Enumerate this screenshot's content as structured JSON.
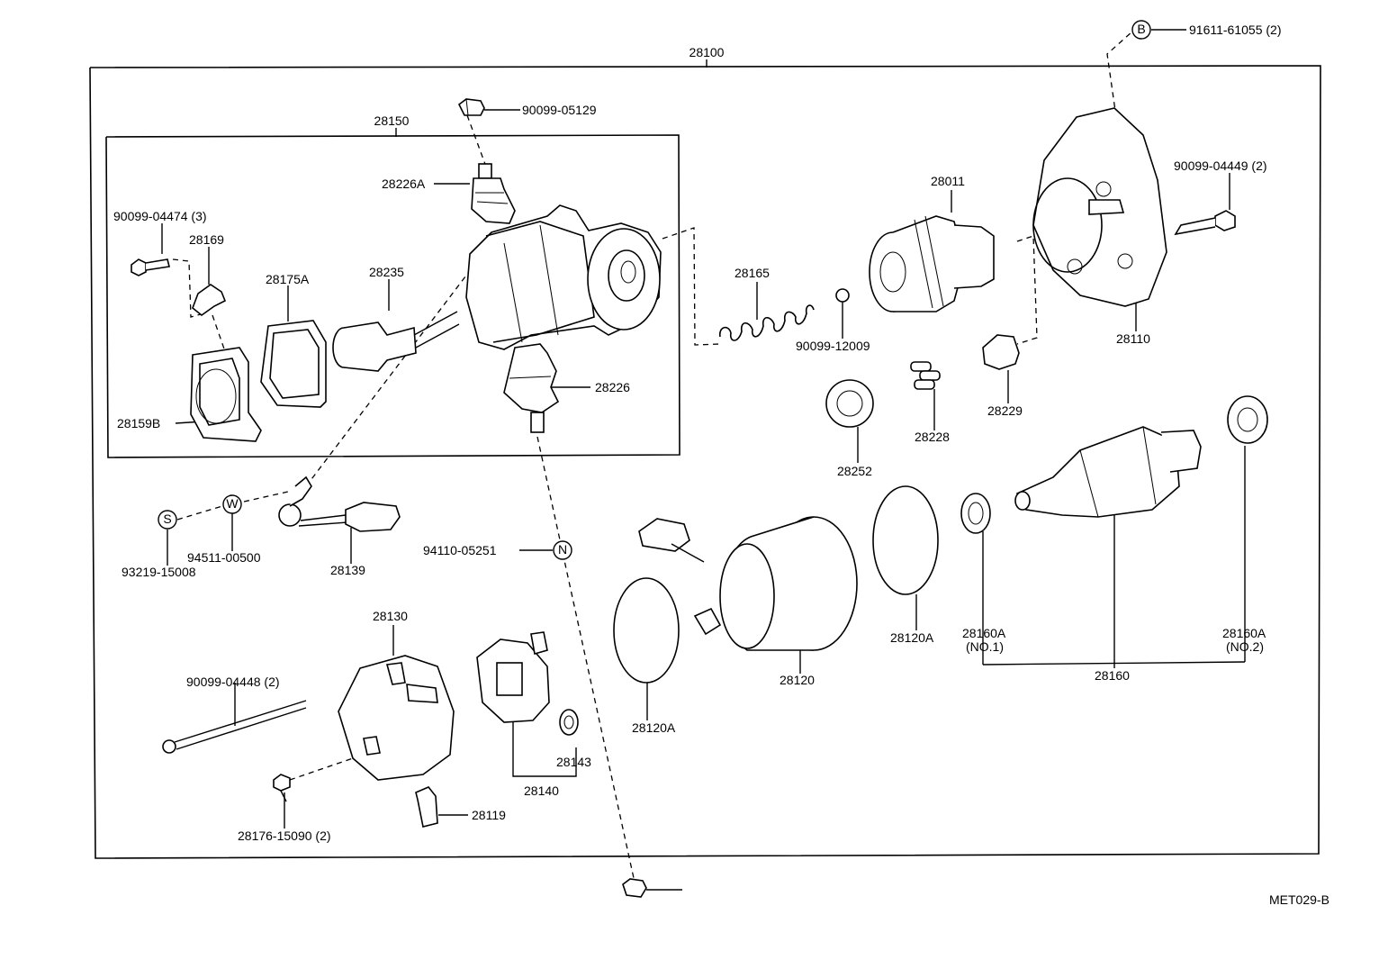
{
  "labels": {
    "assy": "28100",
    "p28150": "28150",
    "p90099_05129": "90099-05129",
    "p28226A": "28226A",
    "p90099_04474": "90099-04474 (3)",
    "p28169": "28169",
    "p28175A": "28175A",
    "p28235": "28235",
    "p28159B": "28159B",
    "p28226": "28226",
    "p28165": "28165",
    "p90099_12009": "90099-12009",
    "p28011": "28011",
    "p91611_61055": "91611-61055 (2)",
    "p90099_04449": "90099-04449 (2)",
    "p28110": "28110",
    "p28229": "28229",
    "p28228": "28228",
    "p28252": "28252",
    "p93219_15008": "93219-15008",
    "p94511_00500": "94511-00500",
    "p28139": "28139",
    "p94110_05251": "94110-05251",
    "p28130": "28130",
    "p90099_04448": "90099-04448 (2)",
    "p28176_15090": "28176-15090 (2)",
    "p28119": "28119",
    "p28140": "28140",
    "p28143": "28143",
    "p28120A_left": "28120A",
    "p28120": "28120",
    "p28120A_right": "28120A",
    "p28160A_1": "28160A",
    "p28160A_1_sub": "(NO.1)",
    "p28160A_2": "28160A",
    "p28160A_2_sub": "(NO.2)",
    "p28160": "28160",
    "code": "MET029-B"
  },
  "markers": {
    "b": "B",
    "s": "S",
    "w": "W",
    "n": "N"
  }
}
